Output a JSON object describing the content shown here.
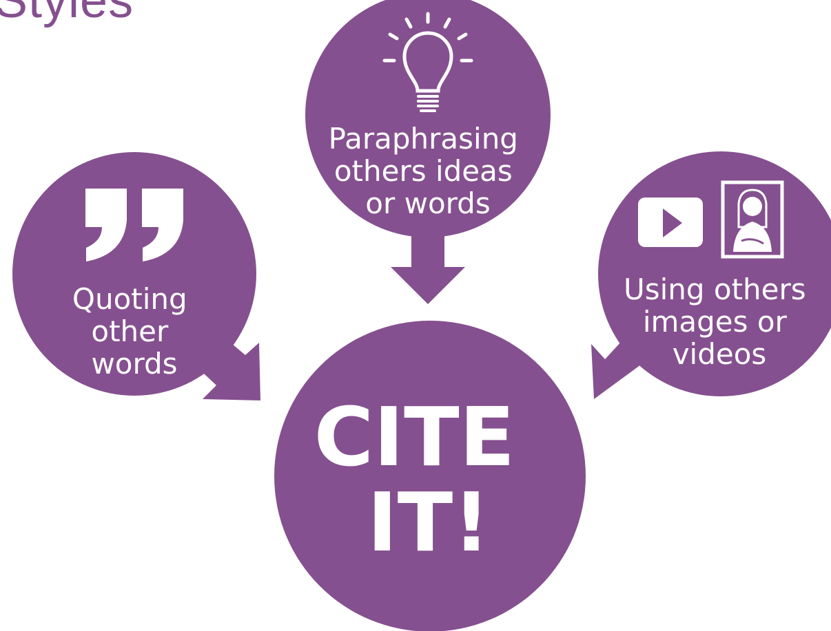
{
  "title": "Styles",
  "colors": {
    "brand_purple": "#85508f",
    "icon_white": "#ffffff"
  },
  "nodes": {
    "quoting": {
      "icon": "quote-marks-icon",
      "lines": [
        "Quoting",
        "other",
        "words"
      ]
    },
    "paraphrasing": {
      "icon": "lightbulb-icon",
      "lines": [
        "Paraphrasing",
        "others ideas",
        "or words"
      ]
    },
    "media": {
      "icons": [
        "play-video-icon",
        "portrait-image-icon"
      ],
      "lines": [
        "Using others",
        "images or",
        "videos"
      ]
    },
    "center": {
      "lines": [
        "CITE",
        "IT!"
      ]
    }
  }
}
